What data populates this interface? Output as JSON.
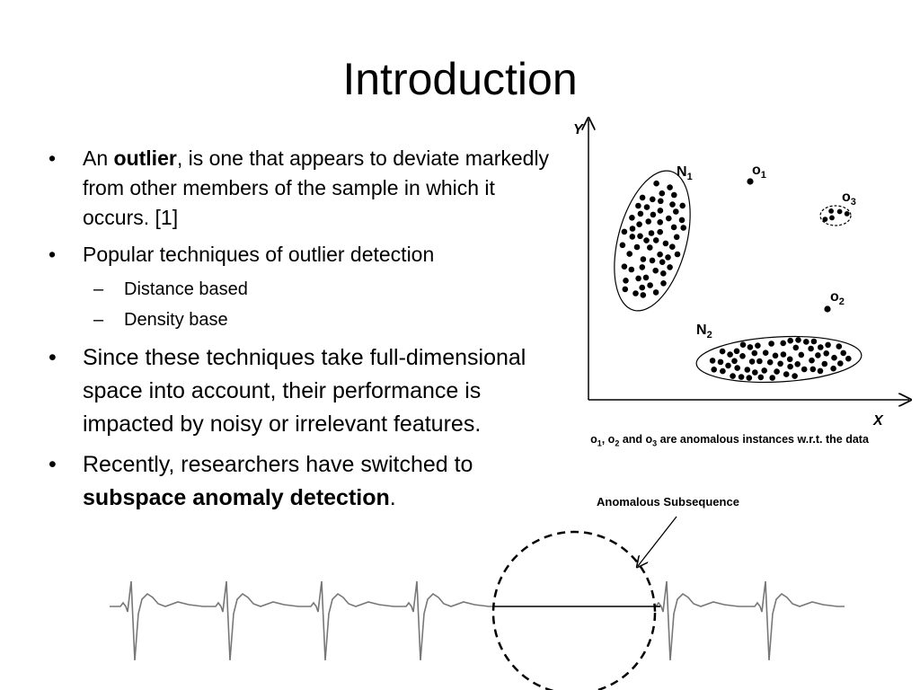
{
  "slide": {
    "title": "Introduction"
  },
  "bullets": {
    "outlier": {
      "prefix": "An ",
      "term": "outlier",
      "rest": ", is one that appears to deviate markedly from other members of the sample in which it occurs. [1]"
    },
    "techniques": {
      "text": " Popular techniques of outlier detection",
      "sub": [
        "Distance based",
        "Density base"
      ]
    },
    "full_dim": "Since these techniques take full-dimensional space into account, their performance is impacted by noisy or irrelevant features.",
    "recent": {
      "prefix": "Recently, researchers have switched to ",
      "term": "subspace anomaly detection",
      "suffix": "."
    }
  },
  "chart_data": {
    "type": "scatter",
    "xlabel": "X",
    "ylabel": "Y",
    "clusters": [
      {
        "name": "N",
        "subscript": "1"
      },
      {
        "name": "N",
        "subscript": "2"
      }
    ],
    "outliers": [
      {
        "name": "o",
        "subscript": "1"
      },
      {
        "name": "o",
        "subscript": "2"
      },
      {
        "name": "o",
        "subscript": "3"
      }
    ],
    "caption": {
      "parts": [
        "o",
        "1",
        ", o",
        "2",
        " and o",
        "3",
        " are anomalous instances w.r.t. the data"
      ]
    }
  },
  "ecg": {
    "annotation": "Anomalous Subsequence"
  }
}
